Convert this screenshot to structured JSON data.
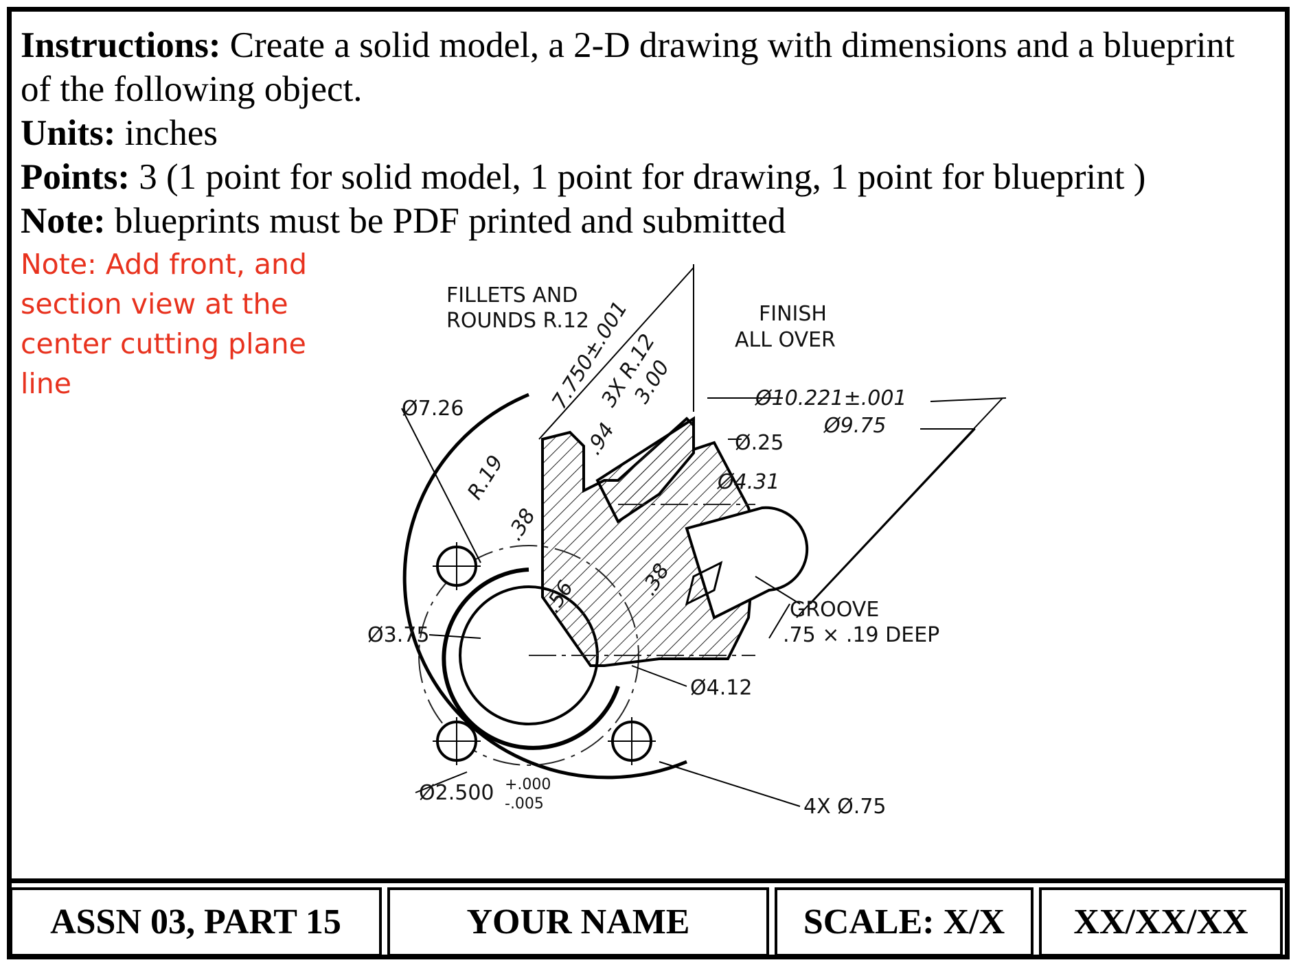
{
  "instructions": {
    "line1_label": "Instructions:",
    "line1_text": " Create a solid model, a 2-D drawing with dimensions and a blueprint",
    "line2_text": "of the following object.",
    "units_label": "Units:",
    "units_text": " inches",
    "points_label": "Points:",
    "points_text": " 3 (1 point for solid model, 1 point for drawing, 1 point for  blueprint )",
    "note_label": "Note:",
    "note_text": " blueprints must be PDF printed and submitted"
  },
  "red_note": {
    "line1": "Note: Add front, and",
    "line2": "section view at the",
    "line3": "center cutting plane",
    "line4": "line"
  },
  "drawing": {
    "fillets": "FILLETS AND",
    "rounds": "ROUNDS R.12",
    "finish1": "FINISH",
    "finish2": "ALL  OVER",
    "d726": "Ø7.26",
    "d7750": "7.750±.001",
    "r12": "3X R.12",
    "d300": "3.00",
    "d94": ".94",
    "r19": "R.19",
    "d38a": ".38",
    "d10221": "Ø10.221±.001",
    "d975": "Ø9.75",
    "d025": "Ø.25",
    "d431": "Ø4.31",
    "d56": ".56",
    "d38b": ".38",
    "groove1": "GROOVE",
    "groove2": ".75 × .19  DEEP",
    "d375": "Ø3.75",
    "d412": "Ø4.12",
    "d2500": "Ø2.500",
    "tol_plus": "+.000",
    "tol_minus": "-.005",
    "holes": "4X Ø.75"
  },
  "title_block": {
    "assignment": "ASSN 03, PART 15",
    "name": "YOUR NAME",
    "scale": "SCALE: X/X",
    "date": "XX/XX/XX"
  }
}
